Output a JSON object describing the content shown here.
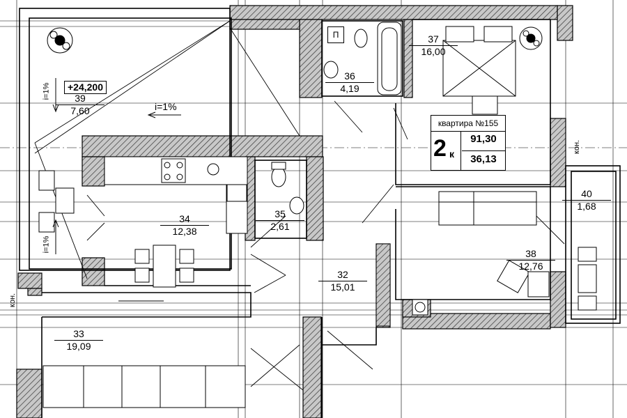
{
  "apartment": {
    "title": "квартира №155",
    "rooms_count": "2",
    "rooms_suffix": "к",
    "total_area": "91,30",
    "living_area": "36,13"
  },
  "elevation": "+24,200",
  "slopes": {
    "balcony_upper": "i=1%",
    "balcony_lower": "i=1%",
    "terrace": "i=1%"
  },
  "ac_label": "кон.",
  "shower_tray_label": "П",
  "rooms": [
    {
      "num": "39",
      "area": "7,60"
    },
    {
      "num": "36",
      "area": "4,19"
    },
    {
      "num": "37",
      "area": "16,00"
    },
    {
      "num": "34",
      "area": "12,38"
    },
    {
      "num": "35",
      "area": "2,61"
    },
    {
      "num": "32",
      "area": "15,01"
    },
    {
      "num": "40",
      "area": "1,68"
    },
    {
      "num": "38",
      "area": "12,76"
    },
    {
      "num": "33",
      "area": "19,09"
    }
  ],
  "colors": {
    "wall_fill": "#bfbfbf",
    "line": "#000000",
    "background": "#ffffff"
  },
  "icons": [
    "potted-plant-icon",
    "stove-icon",
    "sink-icon",
    "toilet-icon",
    "bathtub-icon",
    "bed-icon",
    "sofa-icon",
    "table-icon",
    "washing-machine-icon"
  ]
}
